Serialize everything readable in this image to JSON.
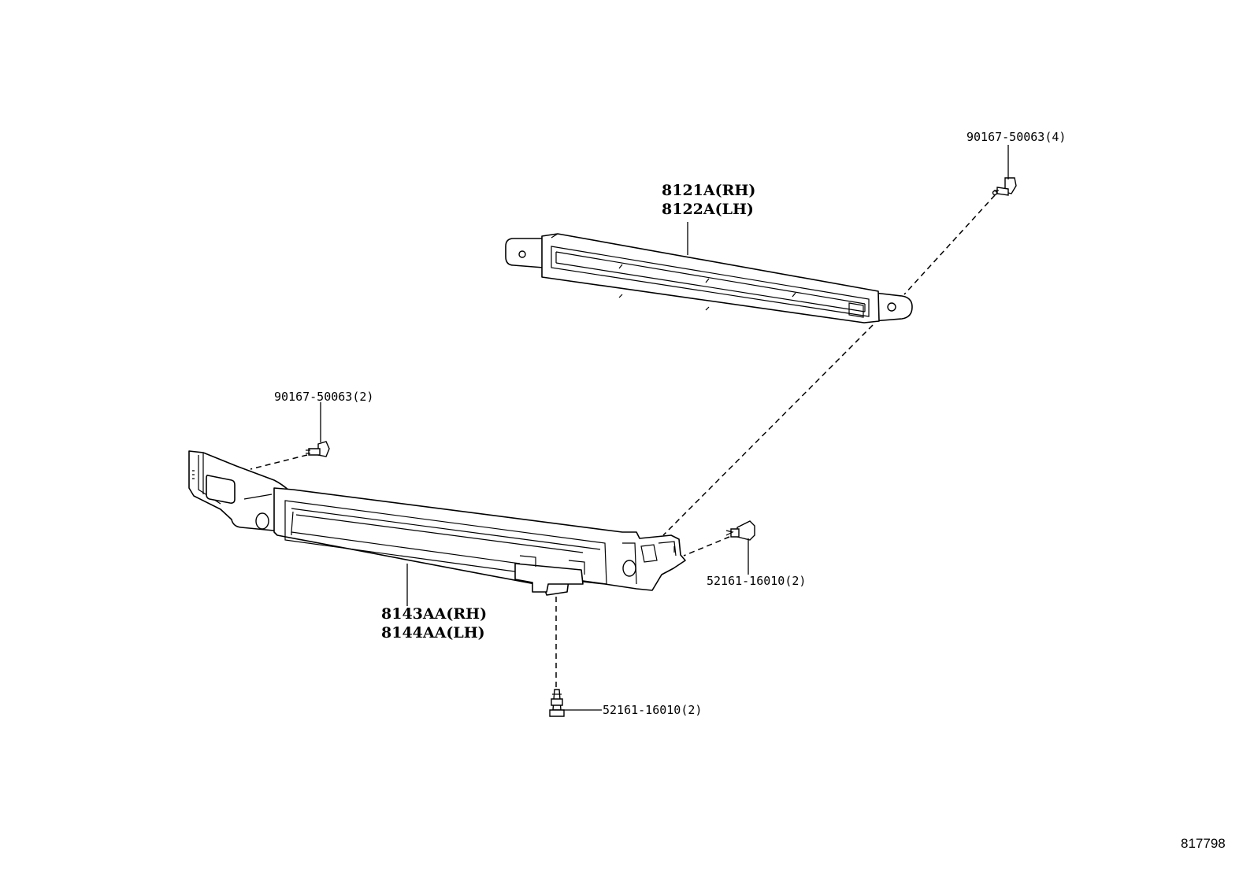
{
  "diagram_id": "817798",
  "labels": {
    "bolt_top": "90167-50063(4)",
    "upper_lamp_rh": "8121A(RH)",
    "upper_lamp_lh": "8122A(LH)",
    "bolt_left": "90167-50063(2)",
    "clip_right": "52161-16010(2)",
    "lower_lamp_rh": "8143AA(RH)",
    "lower_lamp_lh": "8144AA(LH)",
    "clip_bottom": "52161-16010(2)"
  }
}
